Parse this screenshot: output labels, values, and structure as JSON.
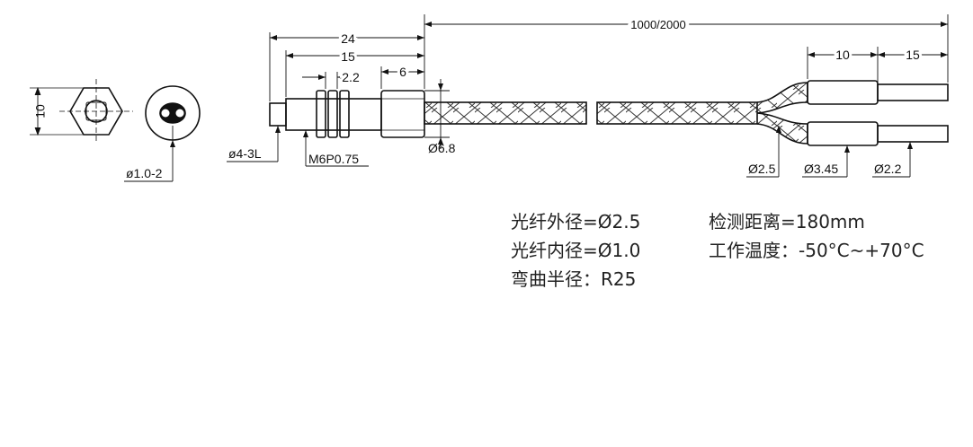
{
  "dimensions": {
    "hex_width": "10",
    "fiber_end_dia": "ø1.0-2",
    "total_head": "24",
    "thread_length": "15",
    "nut_thickness": "2.2",
    "nut_to_body": "6",
    "cable_length": "1000/2000",
    "tip_dia": "ø4-3L",
    "thread_spec": "M6P0.75",
    "body_dia": "Ø6.8",
    "sleeve_length": "10",
    "fiber_end_length": "15",
    "cable_dia": "Ø2.5",
    "sleeve_dia": "Ø3.45",
    "fiber_end_dia2": "Ø2.2"
  },
  "specs": {
    "outer_dia": "光纤外径=Ø2.5",
    "inner_dia": "光纤内径=Ø1.0",
    "bend_radius": "弯曲半径：R25",
    "detect_distance": "检测距离=180mm",
    "temp_range": "工作温度：-50°C~+70°C"
  },
  "colors": {
    "line": "#111111",
    "text": "#222222"
  }
}
